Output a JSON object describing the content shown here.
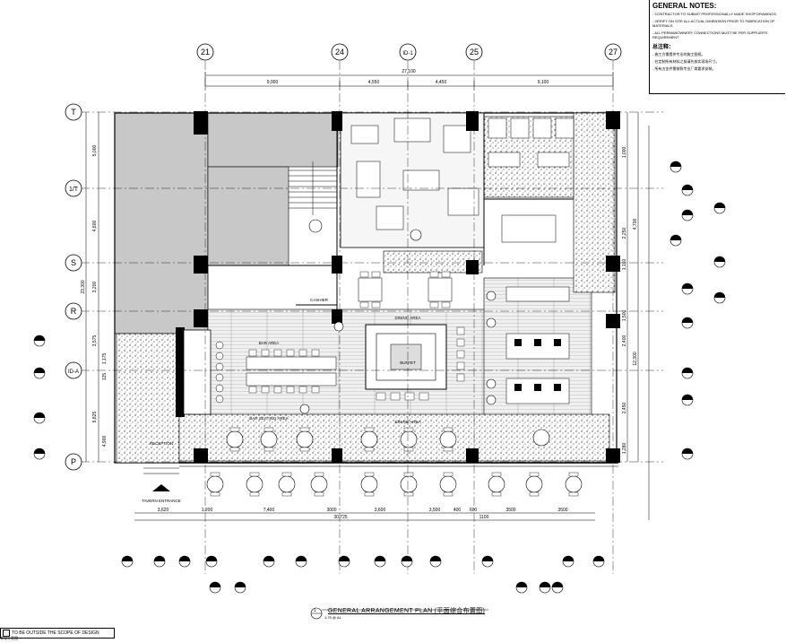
{
  "notes": {
    "title": "GENERAL NOTES:",
    "items": [
      "- CONTRACTOR TO SUBMIT PROFESSIONALLY MADE SHOP DRAWINGS.",
      "- VERIFY ON SITE ALL ACTUAL DIMENSION PRIOR TO FABRICATION OF MATERIALS.",
      "- ALL PERMANOWNERY CONNECTIONS MUST BE PER SUPPLIER'S REQUIREMENT"
    ],
    "cn_title": "总注释：",
    "cn_items": [
      "- 施工方需提供专业的施工图纸。",
      "- 在定制所有材料之前请先核实现场尺寸。",
      "- 所有五金件需按照专业厂商要求安装。"
    ]
  },
  "grid_columns": [
    "21",
    "24",
    "ID-1",
    "25",
    "27"
  ],
  "grid_rows": [
    "T",
    "1/T",
    "S",
    "R",
    "ID-A",
    "P"
  ],
  "top_dims": {
    "overall": "27,100",
    "segments": [
      "9,000",
      "4,550",
      "4,450",
      "9,100"
    ]
  },
  "left_dims": {
    "overall": "23,300",
    "segments": [
      "5,000",
      "4,800",
      "3,200",
      "3,575",
      "1,175",
      "4,900"
    ],
    "sub": [
      "6,825",
      "125"
    ]
  },
  "bottom_dims": {
    "overall": "30,725",
    "segments": [
      "3,620",
      "1,200",
      "7,400",
      "3,600",
      "3,500",
      "3500",
      "3500"
    ],
    "small": [
      "3000",
      "400",
      "600",
      "1100"
    ]
  },
  "right_dims": [
    "1,000",
    "2,250",
    "4,700",
    "1,160",
    "12,300",
    "1,500",
    "2,400",
    "2,450",
    "1,280"
  ],
  "room_labels": [
    "DINING AREA",
    "BAR AREA",
    "BAR SEATING AREA",
    "CASHIER",
    "DINING AREA",
    "RECEPTION",
    "TAVERN ENTRANCE",
    "BUFFET"
  ],
  "title_block": {
    "number": "1",
    "title": "GENERAL ARRANGEMENT PLAN (平面综合布置图)",
    "scale": "1:75 @ A1"
  },
  "legend": {
    "label": "TO BE OUTSIDE THE SCOPE OF DESIGN",
    "cn": "非设计范围"
  },
  "colors": {
    "grey_zone": "#c8c8c8",
    "line": "#000000",
    "floor": "#e4e4e4"
  }
}
